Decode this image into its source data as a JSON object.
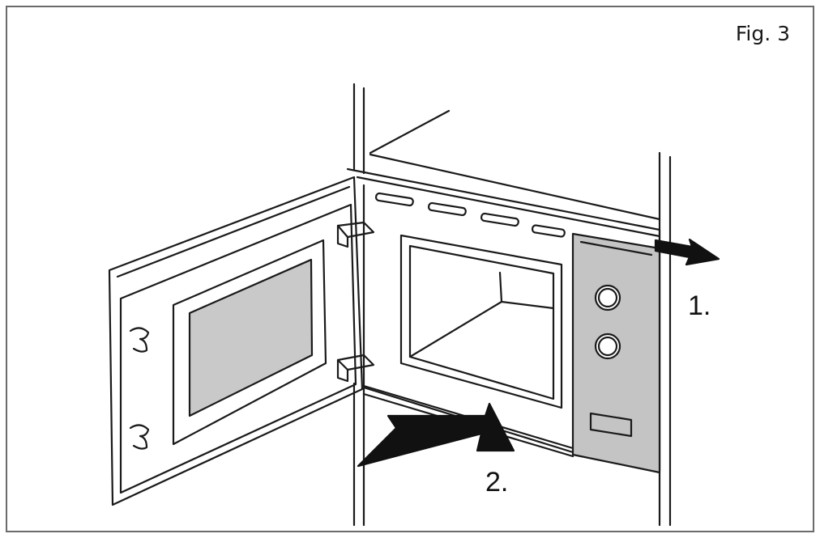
{
  "figure": {
    "label": "Fig. 3",
    "step_1": "1.",
    "step_2": "2."
  },
  "colors": {
    "line": "#1a1a1a",
    "window_fill": "#c9c9c9",
    "panel_fill": "#c4c4c4",
    "arrow_fill": "#111111"
  }
}
